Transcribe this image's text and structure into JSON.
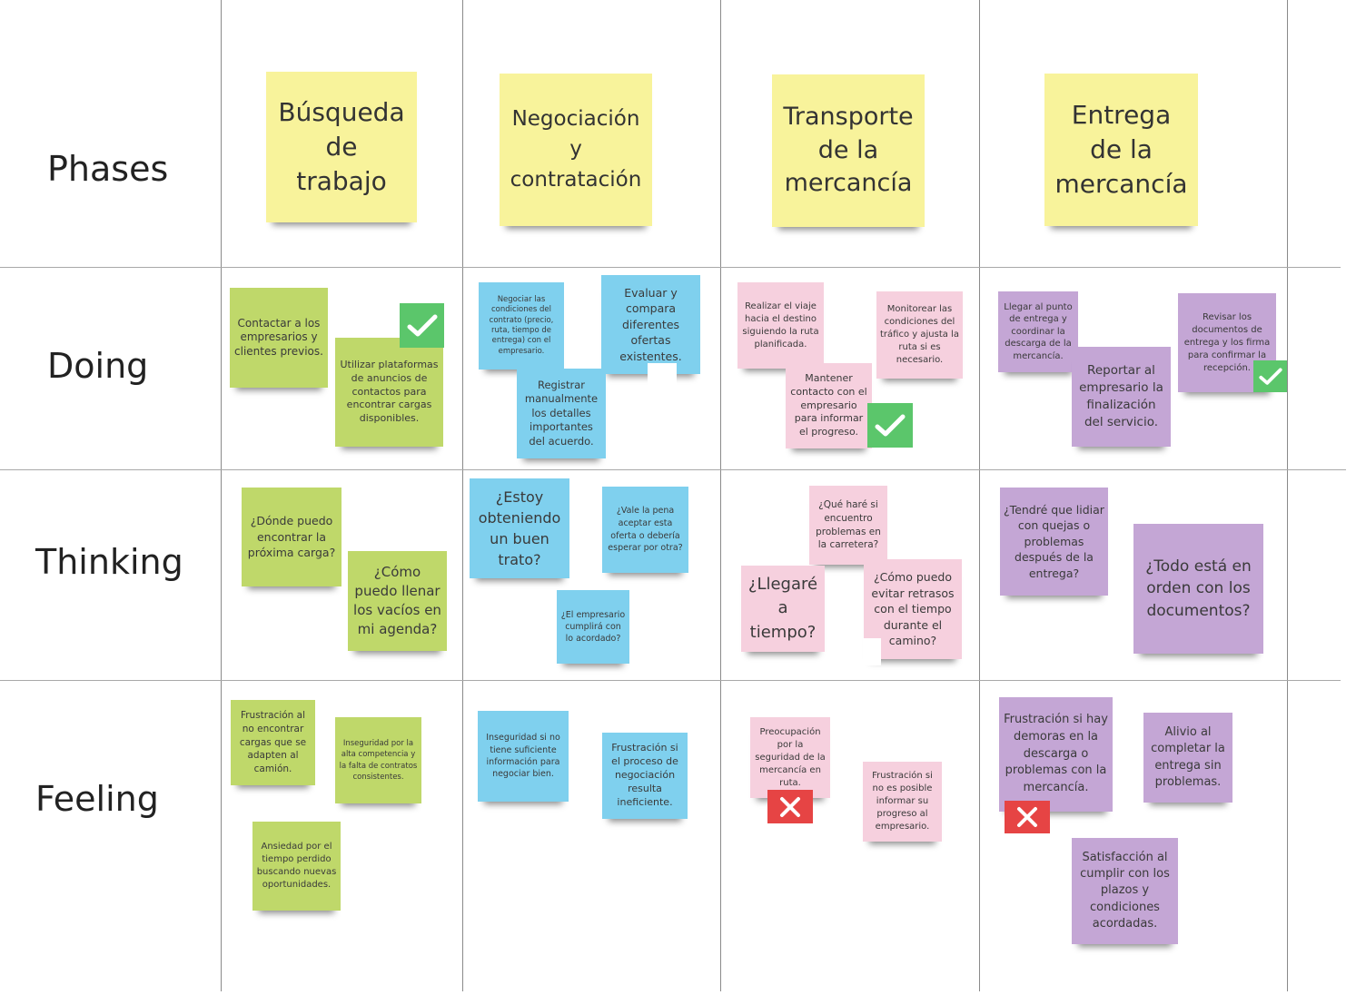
{
  "rows": {
    "phases": "Phases",
    "doing": "Doing",
    "thinking": "Thinking",
    "feeling": "Feeling"
  },
  "phases": {
    "busqueda": "Búsqueda de trabajo",
    "negociacion": "Negociación y contratación",
    "transporte": "Transporte de la mercancía",
    "entrega": "Entrega de la mercancía"
  },
  "doing": {
    "contactar": "Contactar a los empresarios y clientes previos.",
    "utilizar": "Utilizar plataformas de anuncios de contactos para encontrar cargas disponibles.",
    "negociar": "Negociar las condiciones del contrato (precio, ruta, tiempo de entrega) con el empresario.",
    "evaluar": "Evaluar y compara diferentes ofertas existentes.",
    "registrar": "Registrar manualmente los detalles importantes del acuerdo.",
    "realizar": "Realizar el viaje hacia el destino siguiendo la ruta planificada.",
    "monitorear": "Monitorear las condiciones del tráfico y ajusta la ruta si es necesario.",
    "mantener": "Mantener contacto con el empresario para informar el progreso.",
    "llegar": "Llegar al punto de entrega y coordinar la descarga de la mercancía.",
    "revisar": "Revisar los documentos de entrega y los firma para confirmar la recepción.",
    "reportar": "Reportar al empresario la finalización del servicio."
  },
  "thinking": {
    "donde": "¿Dónde puedo encontrar la próxima carga?",
    "como_llenar": "¿Cómo puedo llenar los vacíos en mi agenda?",
    "estoy": "¿Estoy obteniendo un buen trato?",
    "vale": "¿Vale la pena aceptar esta oferta o debería esperar por otra?",
    "empresario": "¿El empresario cumplirá con lo acordado?",
    "que_hare": "¿Qué haré si encuentro problemas en la carretera?",
    "llegare": "¿Llegaré a tiempo?",
    "como_evitar": "¿Cómo puedo evitar retrasos con el tiempo durante el camino?",
    "tendre": "¿Tendré que lidiar con quejas o problemas después de la entrega?",
    "todo": "¿Todo está en orden con los documentos?"
  },
  "feeling": {
    "frustracion_cargas": "Frustración al no encontrar cargas que se adapten al camión.",
    "inseguridad_competencia": "Inseguridad por la alta competencia y la falta de contratos consistentes.",
    "ansiedad": "Ansiedad por el tiempo perdido buscando nuevas oportunidades.",
    "inseguridad_info": "Inseguridad si no tiene suficiente información para negociar bien.",
    "frustracion_proceso": "Frustración si el proceso de negociación resulta ineficiente.",
    "preocupacion": "Preocupación por la seguridad de la mercancía en ruta.",
    "frustracion_informar": "Frustración si no es posible informar su progreso al empresario.",
    "frustracion_demoras": "Frustración si hay demoras en la descarga o problemas con la mercancía.",
    "alivio": "Alivio al completar la entrega sin problemas.",
    "satisfaccion": "Satisfacción al cumplir con los plazos y condiciones acordadas."
  },
  "colors": {
    "yellow": "#f8f39b",
    "green": "#bfd86a",
    "blue": "#7fd0ee",
    "pink": "#f6d0de",
    "purple": "#c4a6d5",
    "check": "#5bc66b",
    "cross": "#e64444"
  },
  "icons": {
    "check": "check-icon",
    "cross": "cross-icon"
  }
}
